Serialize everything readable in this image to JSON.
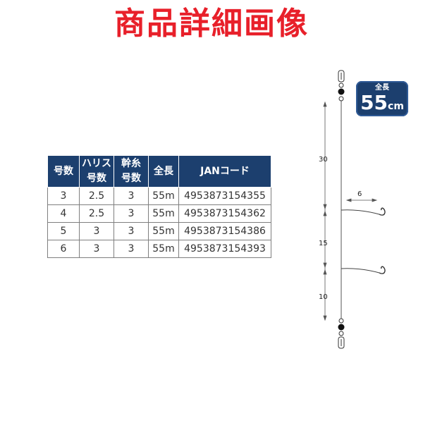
{
  "title": "商品詳細画像",
  "table": {
    "headers": [
      [
        "号数"
      ],
      [
        "ハリス",
        "号数"
      ],
      [
        "幹糸",
        "号数"
      ],
      [
        "全長"
      ],
      [
        "JANコード"
      ]
    ],
    "rows": [
      [
        "3",
        "2.5",
        "3",
        "55m",
        "4953873154355"
      ],
      [
        "4",
        "2.5",
        "3",
        "55m",
        "4953873154362"
      ],
      [
        "5",
        "3",
        "3",
        "55m",
        "4953873154386"
      ],
      [
        "6",
        "3",
        "3",
        "55m",
        "4953873154393"
      ]
    ]
  },
  "badge": {
    "label": "全長",
    "value": "55",
    "unit": "cm"
  },
  "diagram": {
    "dim_top": "30",
    "dim_middle": "15",
    "dim_bottom": "10",
    "dim_branch": "6"
  },
  "colors": {
    "title": "#e8202a",
    "header_bg": "#1c3f6e"
  }
}
